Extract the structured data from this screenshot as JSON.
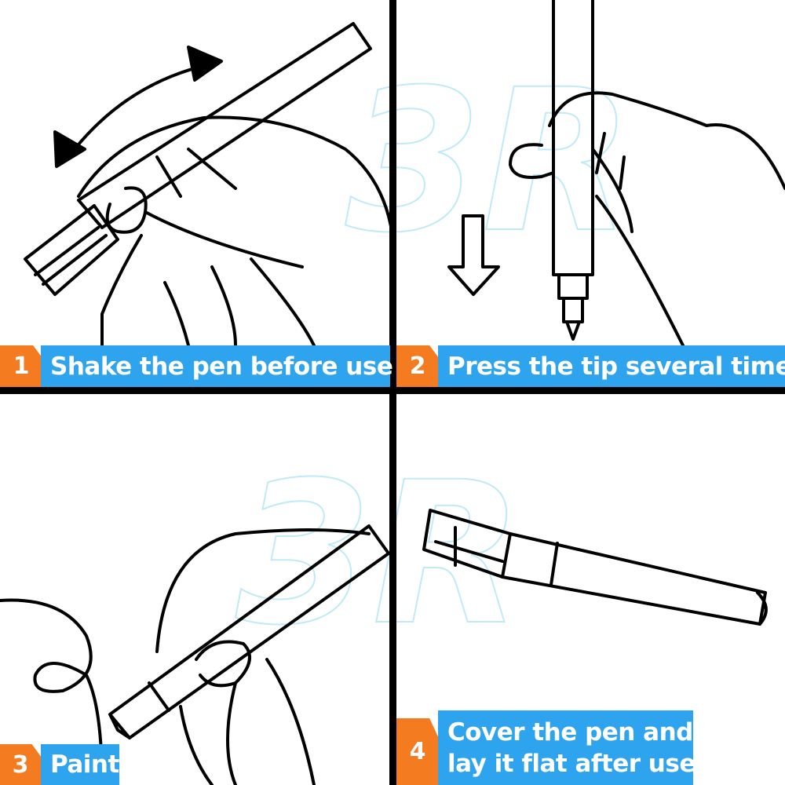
{
  "watermark": "3R",
  "steps": [
    {
      "number": "1",
      "label": "Shake the pen before use"
    },
    {
      "number": "2",
      "label": "Press the tip several times"
    },
    {
      "number": "3",
      "label": "Paint"
    },
    {
      "number": "4",
      "label_line1": "Cover the pen and",
      "label_line2": "lay it flat after use"
    }
  ],
  "colors": {
    "number_bg": "#f47b20",
    "label_bg": "#2ea3ee",
    "divider": "#000000",
    "watermark": "#bfeaf8"
  }
}
